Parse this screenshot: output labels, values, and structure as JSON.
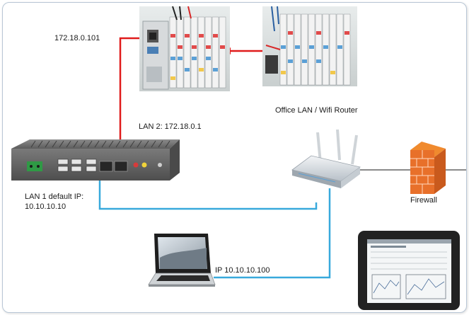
{
  "labels": {
    "plc_ip": "172.18.0.101",
    "lan2": "LAN 2: 172.18.0.1",
    "router": "Office LAN / Wifi Router",
    "lan1_line1": "LAN 1 default IP:",
    "lan1_line2": "10.10.10.10",
    "firewall": "Firewall",
    "laptop_ip": "IP 10.10.10.100"
  },
  "colors": {
    "lan2_cable": "#e01b1b",
    "lan1_cable": "#38a9dc",
    "uplink_cable": "#444444",
    "frame_border": "#b9c7d6"
  },
  "icons": [
    "plc-controller-photo",
    "io-module-photo",
    "industrial-pc-icon",
    "wifi-router-icon",
    "firewall-icon",
    "laptop-icon",
    "tablet-icon"
  ]
}
